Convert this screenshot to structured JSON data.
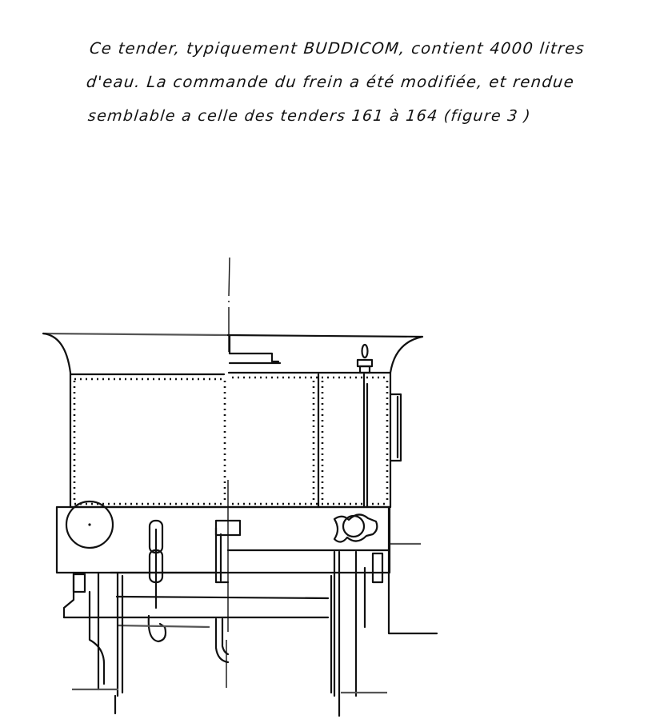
{
  "caption": {
    "lines": [
      "Ce tender, typiquement BUDDICOM, contient 4000 litres",
      "d'eau. La commande du frein a été modifiée, et rendue",
      "semblable a celle des tenders 161 à 164 (figure 3 )"
    ]
  },
  "figure": {
    "subject": "Tender Buddicom — vue arrière (rear elevation drawing)",
    "elements": [
      "centre-line",
      "flared-coal-rail",
      "riveted-tank-panels",
      "side-handrail",
      "filler-cap",
      "buffer-left",
      "buffer-right",
      "coupling-chain-and-hook",
      "brake-lever",
      "wheels",
      "axle-box",
      "rail-line"
    ]
  }
}
